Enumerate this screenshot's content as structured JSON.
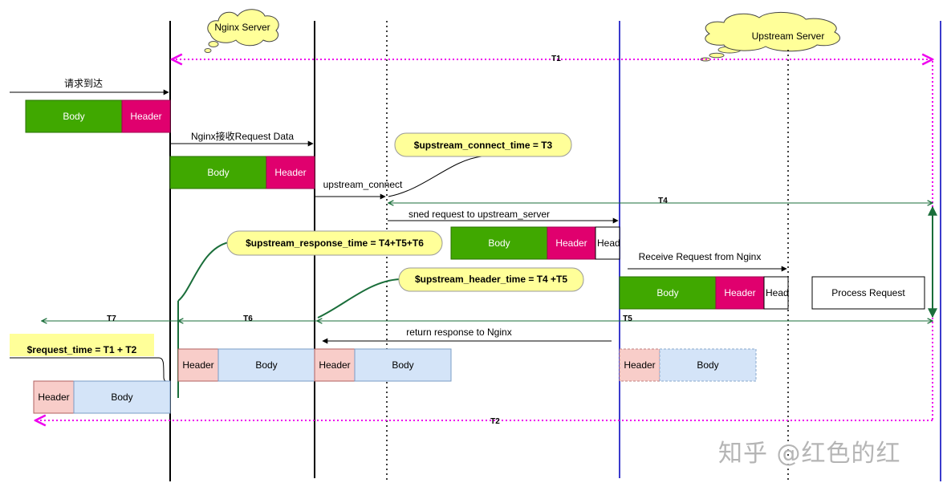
{
  "servers": {
    "nginx": "Nginx Server",
    "upstream": "Upstream Server"
  },
  "arrows": {
    "request_arrive": "请求到达",
    "nginx_receive": "Nginx接收Request Data",
    "upstream_connect": "upstream_connect",
    "send_request": "sned request to upstream_server",
    "receive_request": "Receive Request from Nginx",
    "return_response": "return response to Nginx"
  },
  "intervals": {
    "t1": "T1",
    "t2": "T2",
    "t4": "T4",
    "t5": "T5",
    "t6": "T6",
    "t7": "T7"
  },
  "callouts": {
    "connect_time": "$upstream_connect_time = T3",
    "response_time": "$upstream_response_time = T4+T5+T6",
    "header_time": "$upstream_header_time = T4 +T5",
    "request_time": "$request_time = T1 + T2"
  },
  "blocks": {
    "body": "Body",
    "header": "Header",
    "head_truncated": "Head",
    "process_request": "Process Request"
  },
  "watermark": "知乎 @红色的红",
  "colors": {
    "body_green": "#40a800",
    "header_pink": "#e0006e",
    "resp_header": "#f8cdc9",
    "resp_body": "#d4e4f8",
    "callout_yellow": "#ffff99",
    "dotted_magenta": "#ee00ee",
    "interval_green": "#1a6e3a",
    "upstream_blue": "#3b3bcc"
  }
}
